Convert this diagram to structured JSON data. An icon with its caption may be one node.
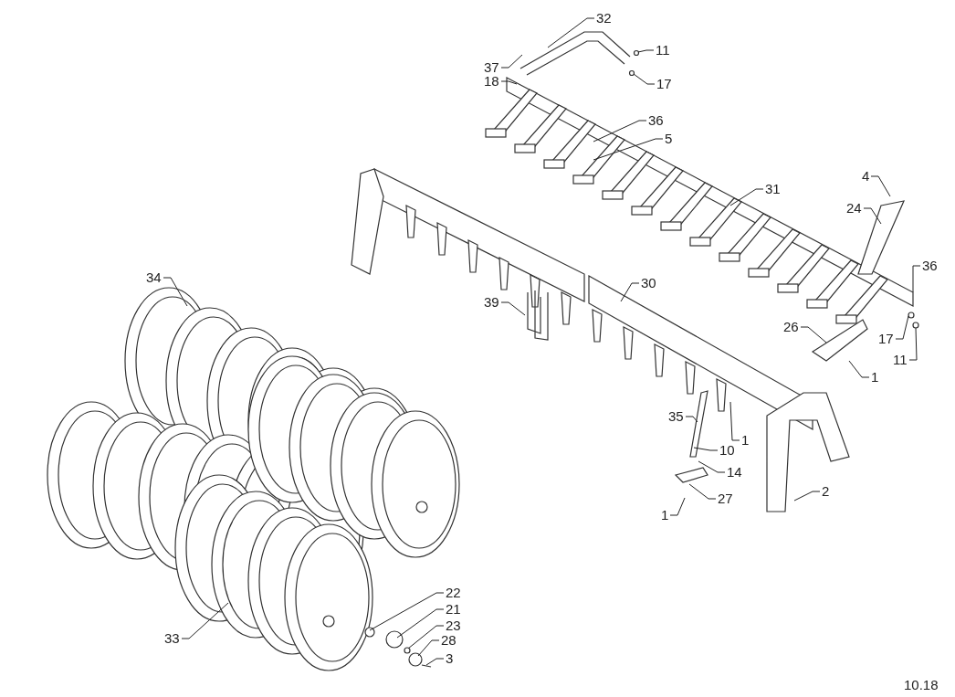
{
  "diagram": {
    "nodes": [
      {
        "text": [
          "32"
        ]
      },
      {
        "text": [
          "37"
        ]
      },
      {
        "text": [
          "11"
        ]
      },
      {
        "text": [
          "18"
        ]
      },
      {
        "text": [
          "17"
        ]
      },
      {
        "text": [
          "36"
        ]
      },
      {
        "text": [
          "5"
        ]
      },
      {
        "text": [
          "4"
        ]
      },
      {
        "text": [
          "31"
        ]
      },
      {
        "text": [
          "24"
        ]
      },
      {
        "text": [
          "36"
        ]
      },
      {
        "text": [
          "30"
        ]
      },
      {
        "text": [
          "39"
        ]
      },
      {
        "text": [
          "34"
        ]
      },
      {
        "text": [
          "26"
        ]
      },
      {
        "text": [
          "17"
        ]
      },
      {
        "text": [
          "11"
        ]
      },
      {
        "text": [
          "1"
        ]
      },
      {
        "text": [
          "35"
        ]
      },
      {
        "text": [
          "1"
        ]
      },
      {
        "text": [
          "10"
        ]
      },
      {
        "text": [
          "14"
        ]
      },
      {
        "text": [
          "27"
        ]
      },
      {
        "text": [
          "2"
        ]
      },
      {
        "text": [
          "1"
        ]
      },
      {
        "text": [
          "22"
        ]
      },
      {
        "text": [
          "21"
        ]
      },
      {
        "text": [
          "23"
        ]
      },
      {
        "text": [
          "33"
        ]
      },
      {
        "text": [
          "28"
        ]
      },
      {
        "text": [
          "3"
        ]
      }
    ],
    "edges": [
      {
        "from": 0,
        "to": null,
        "arrow": "none"
      },
      {
        "from": 1,
        "to": null,
        "arrow": "none"
      },
      {
        "from": 2,
        "to": null,
        "arrow": "none"
      },
      {
        "from": 3,
        "to": null,
        "arrow": "none"
      },
      {
        "from": 4,
        "to": null,
        "arrow": "none"
      },
      {
        "from": 5,
        "to": null,
        "arrow": "none"
      },
      {
        "from": 6,
        "to": null,
        "arrow": "none"
      },
      {
        "from": 7,
        "to": null,
        "arrow": "none"
      },
      {
        "from": 8,
        "to": null,
        "arrow": "none"
      },
      {
        "from": 9,
        "to": null,
        "arrow": "none"
      },
      {
        "from": 10,
        "to": null,
        "arrow": "none"
      },
      {
        "from": 11,
        "to": null,
        "arrow": "none"
      },
      {
        "from": 12,
        "to": null,
        "arrow": "none"
      },
      {
        "from": 13,
        "to": null,
        "arrow": "none"
      },
      {
        "from": 14,
        "to": null,
        "arrow": "none"
      },
      {
        "from": 15,
        "to": null,
        "arrow": "none"
      },
      {
        "from": 16,
        "to": null,
        "arrow": "none"
      },
      {
        "from": 17,
        "to": null,
        "arrow": "none"
      },
      {
        "from": 18,
        "to": null,
        "arrow": "none"
      },
      {
        "from": 19,
        "to": null,
        "arrow": "none"
      },
      {
        "from": 20,
        "to": null,
        "arrow": "none"
      },
      {
        "from": 21,
        "to": null,
        "arrow": "none"
      },
      {
        "from": 22,
        "to": null,
        "arrow": "none"
      },
      {
        "from": 23,
        "to": null,
        "arrow": "none"
      },
      {
        "from": 24,
        "to": null,
        "arrow": "none"
      },
      {
        "from": 25,
        "to": null,
        "arrow": "none"
      },
      {
        "from": 26,
        "to": null,
        "arrow": "none"
      },
      {
        "from": 27,
        "to": null,
        "arrow": "none"
      },
      {
        "from": 28,
        "to": null,
        "arrow": "none"
      },
      {
        "from": 29,
        "to": null,
        "arrow": "none"
      },
      {
        "from": 30,
        "to": null,
        "arrow": "none"
      }
    ],
    "labels": [
      "10.18"
    ]
  }
}
